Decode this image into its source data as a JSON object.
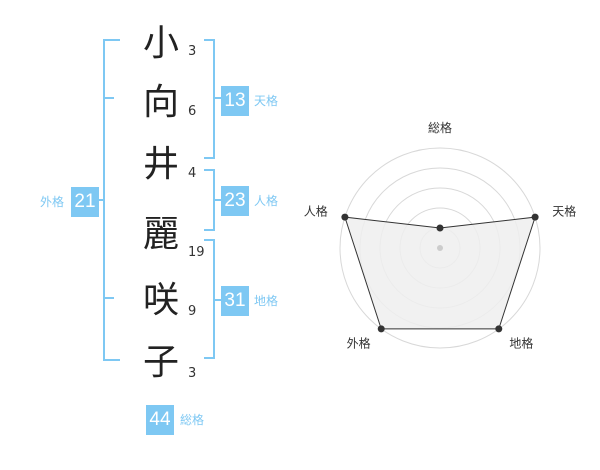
{
  "name": {
    "chars": [
      {
        "char": "小",
        "strokes": "3"
      },
      {
        "char": "向",
        "strokes": "6"
      },
      {
        "char": "井",
        "strokes": "4"
      },
      {
        "char": "麗",
        "strokes": "19"
      },
      {
        "char": "咲",
        "strokes": "9"
      },
      {
        "char": "子",
        "strokes": "3"
      }
    ]
  },
  "kakusu": {
    "tenkaku": {
      "value": "13",
      "label": "天格"
    },
    "jinkaku": {
      "value": "23",
      "label": "人格"
    },
    "chikaku": {
      "value": "31",
      "label": "地格"
    },
    "gaikaku": {
      "value": "21",
      "label": "外格"
    },
    "soukaku": {
      "value": "44",
      "label": "総格"
    }
  },
  "colors": {
    "accent": "#7ec8f3",
    "radar_fill": "#efefef",
    "radar_line": "#333333",
    "grid": "#d8d8d8"
  },
  "chart_data": {
    "type": "radar",
    "axes": [
      "総格",
      "天格",
      "地格",
      "外格",
      "人格"
    ],
    "series": [
      {
        "values": [
          1,
          5,
          5,
          5,
          5
        ]
      }
    ],
    "range": [
      0,
      5
    ],
    "grid_rings": 5
  }
}
